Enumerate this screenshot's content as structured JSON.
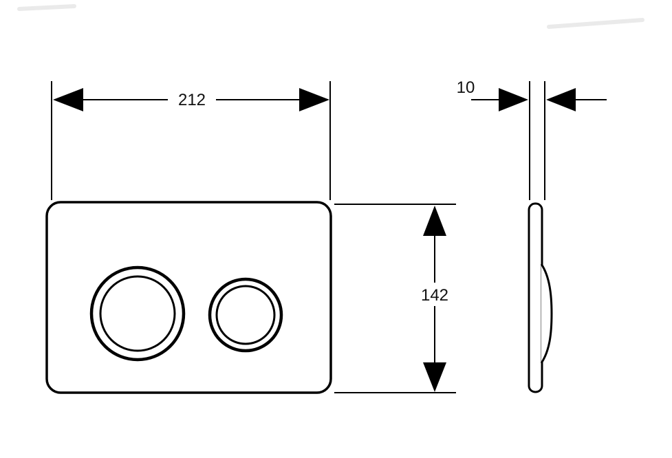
{
  "drawing": {
    "type": "technical-dimension-drawing",
    "subject": "dual-flush actuator plate, front view and side profile"
  },
  "colors": {
    "line": "#000000",
    "background": "#ffffff"
  },
  "front_view": {
    "width_dim": {
      "value": "212"
    },
    "height_dim": {
      "value": "142"
    }
  },
  "side_view": {
    "depth_dim": {
      "value": "10"
    }
  }
}
